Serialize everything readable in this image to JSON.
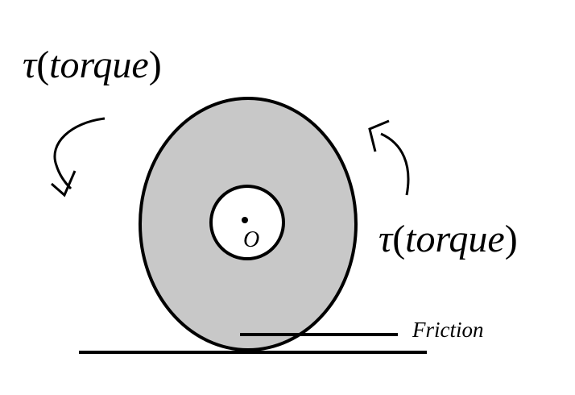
{
  "labels": {
    "torque_left_symbol": "τ",
    "torque_left_paren_open": "(",
    "torque_left_word": "torque",
    "torque_left_paren_close": ")",
    "torque_right_symbol": "τ",
    "torque_right_paren_open": "(",
    "torque_right_word": "torque",
    "torque_right_paren_close": ")",
    "center_label": "O",
    "friction_label": "Friction"
  },
  "colors": {
    "wheel_fill": "#c8c8c8",
    "stroke": "#000000",
    "background": "#ffffff"
  },
  "icons": {
    "left_arrow": "curved-arrow-counterclockwise-down",
    "right_arrow": "curved-arrow-clockwise-up"
  }
}
